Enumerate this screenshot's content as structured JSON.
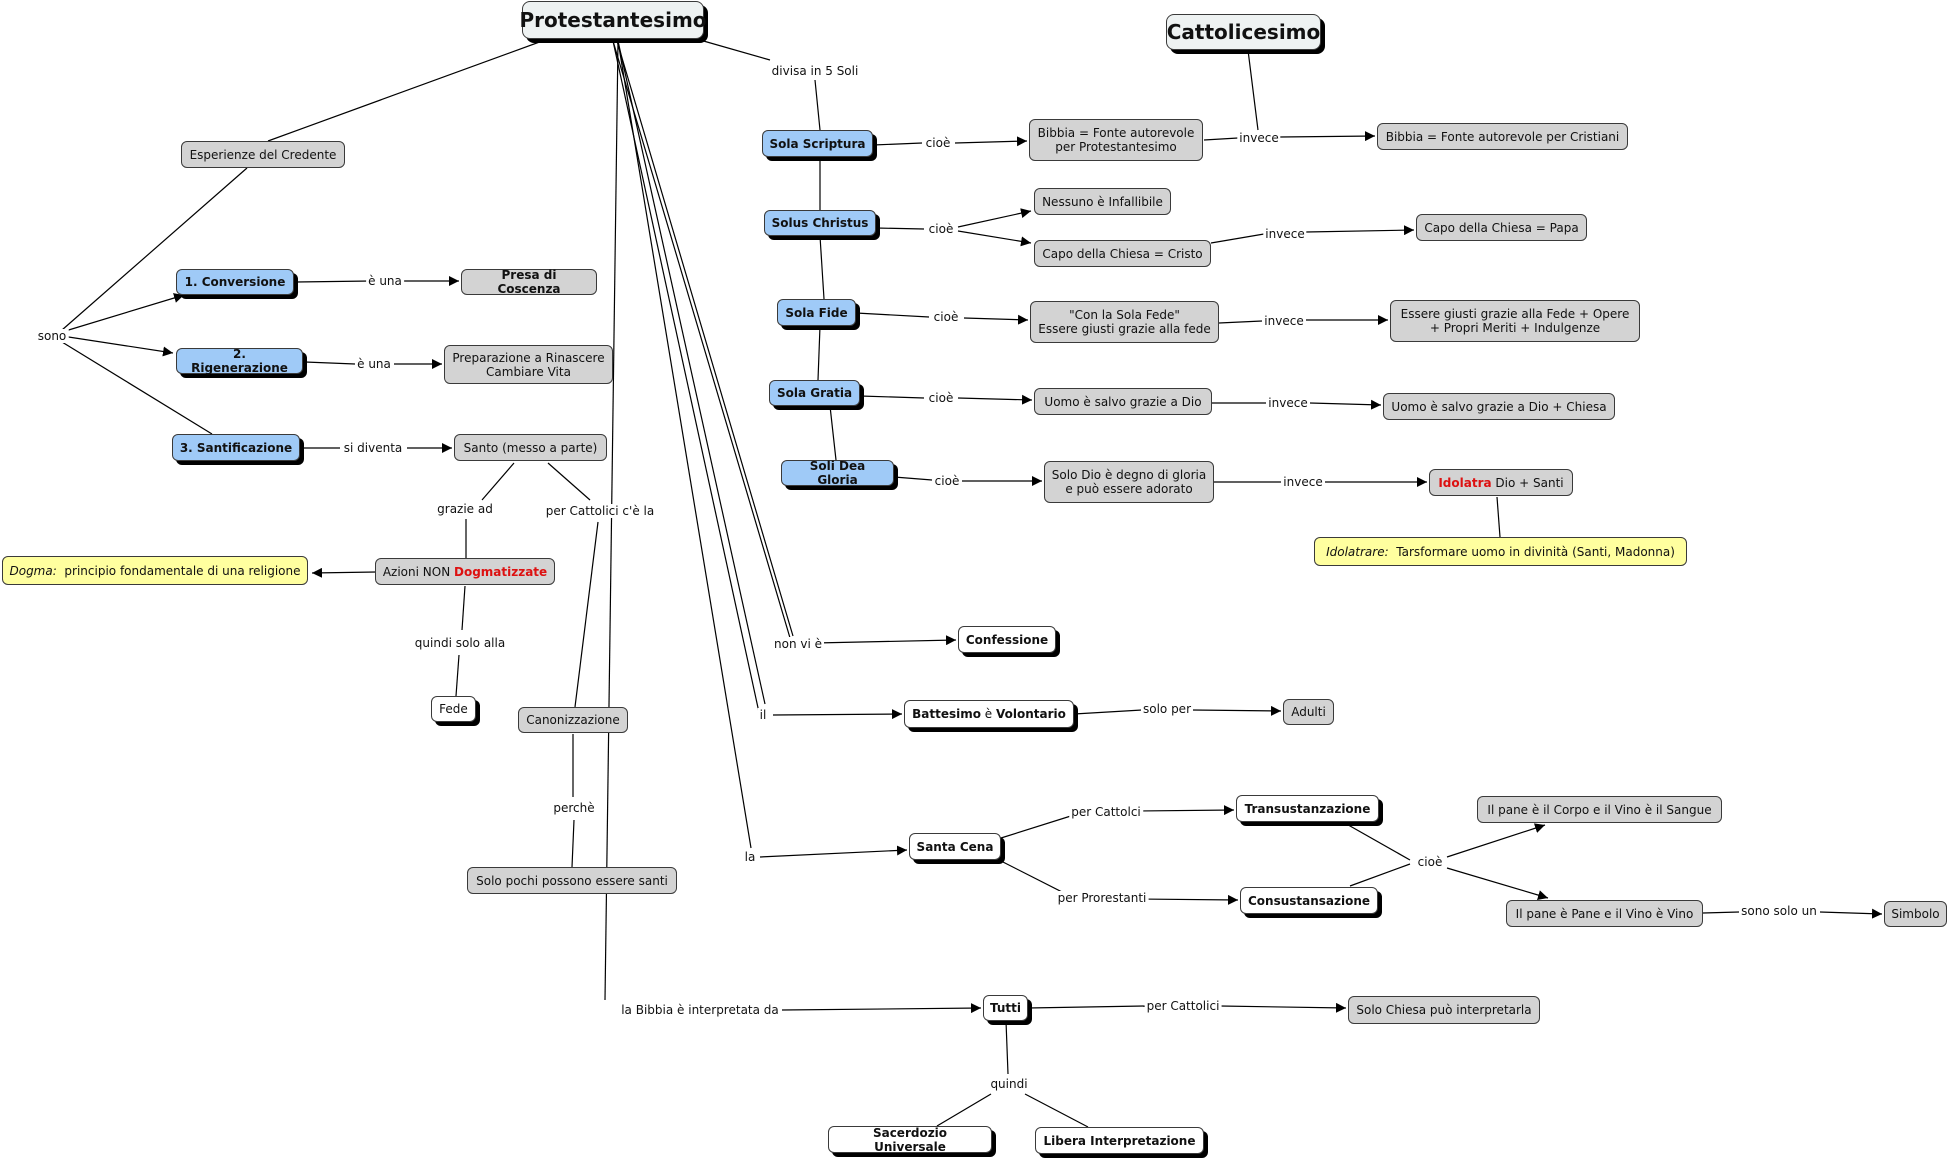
{
  "nodes": {
    "protestantesimo": "Protestantesimo",
    "cattolicesimo": "Cattolicesimo",
    "esperienze": "Esperienze del Credente",
    "conversione": "1. Conversione",
    "rigenerazione": "2. Rigenerazione",
    "santificazione": "3. Santificazione",
    "presa_coscienza": "Presa di Coscenza",
    "preparazione": "Preparazione a Rinascere\nCambiare Vita",
    "santo": "Santo (messo a parte)",
    "azioni_pre": "Azioni NON ",
    "azioni_red": "Dogmatizzate",
    "dogma_label": "Dogma:",
    "dogma_text": "  principio fondamentale di una religione",
    "fede": "Fede",
    "canonizzazione": "Canonizzazione",
    "pochi_santi": "Solo pochi possono essere santi",
    "sola_scriptura": "Sola Scriptura",
    "solus_christus": "Solus Christus",
    "sola_fide": "Sola Fide",
    "sola_gratia": "Sola Gratia",
    "soli_dea_gloria": "Soli Dea Gloria",
    "bibbia_prot": "Bibbia = Fonte autorevole\nper Protestantesimo",
    "bibbia_crist": "Bibbia = Fonte autorevole per Cristiani",
    "nessuno_infallibile": "Nessuno è Infallibile",
    "capo_cristo": "Capo della Chiesa = Cristo",
    "capo_papa": "Capo della Chiesa = Papa",
    "sola_fede": "\"Con la Sola Fede\"\nEssere giusti grazie alla fede",
    "giusti_opere": "Essere giusti grazie alla Fede + Opere\n+ Propri Meriti + Indulgenze",
    "salvo_dio": "Uomo è salvo grazie a Dio",
    "salvo_chiesa": "Uomo è salvo grazie a Dio + Chiesa",
    "solo_dio": "Solo Dio è degno di gloria\ne può essere adorato",
    "idolatra_red": "Idolatra",
    "idolatra_rest": " Dio + Santi",
    "idolatrare_label": "Idolatrare:",
    "idolatrare_text": "  Tarsformare uomo in divinità (Santi, Madonna)",
    "confessione": "Confessione",
    "battesimo_a": "Battesimo",
    "battesimo_b": " è ",
    "battesimo_c": "Volontario",
    "adulti": "Adulti",
    "santa_cena": "Santa Cena",
    "transustanzazione": "Transustanzazione",
    "consustanzazione": "Consustansazione",
    "corpo_sangue": "Il pane è il Corpo e il Vino è il Sangue",
    "pane_vino": "Il pane è Pane e il Vino è Vino",
    "simbolo": "Simbolo",
    "tutti": "Tutti",
    "solo_chiesa": "Solo Chiesa può interpretarla",
    "sacerdozio": "Sacerdozio Universale",
    "libera": "Libera Interpretazione"
  },
  "labels": {
    "divisa": "divisa in 5 Soli",
    "sono": "sono",
    "e_una_1": "è una",
    "e_una_2": "è una",
    "si_diventa": "si diventa",
    "grazie_ad": "grazie ad",
    "per_cattolici_ce": "per Cattolici c'è la",
    "quindi_solo_alla": "quindi solo alla",
    "perche": "perchè",
    "cioe_1": "cioè",
    "cioe_2": "cioè",
    "cioe_3": "cioè",
    "cioe_4": "cioè",
    "cioe_5": "cioè",
    "invece_1": "invece",
    "invece_2": "invece",
    "invece_3": "invece",
    "invece_4": "invece",
    "invece_5": "invece",
    "non_vi_e": "non vi è",
    "il": "il",
    "solo_per": "solo per",
    "la": "la",
    "per_cattolci": "per Cattolci",
    "per_prorestanti": "per Prorestanti",
    "cioe_cena": "cioè",
    "sono_solo_un": "sono solo un",
    "bibbia_interpretata": "la Bibbia è interpretata da",
    "per_cattolici": "per Cattolici",
    "quindi": "quindi"
  }
}
